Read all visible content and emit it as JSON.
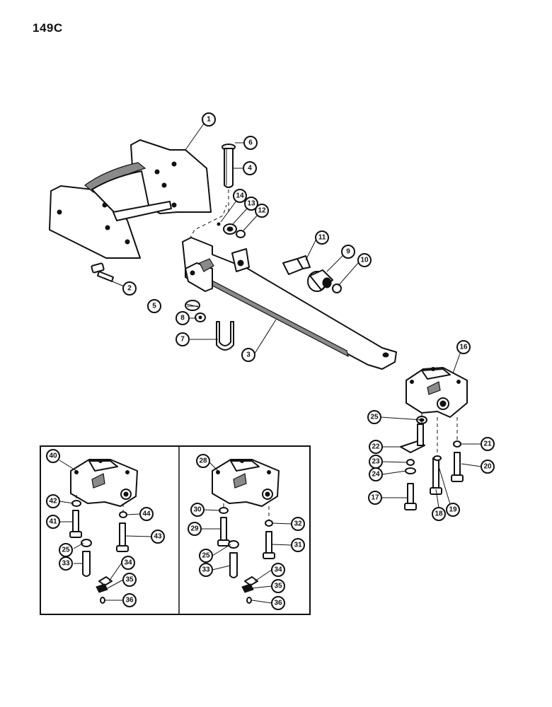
{
  "page": {
    "code": "149C"
  },
  "colors": {
    "ink": "#111111",
    "paper": "#ffffff",
    "shade": "#8a8a8a"
  },
  "callouts": [
    "1",
    "2",
    "3",
    "4",
    "5",
    "6",
    "7",
    "8",
    "9",
    "10",
    "11",
    "12",
    "13",
    "14",
    "16",
    "17",
    "18",
    "19",
    "20",
    "21",
    "22",
    "23",
    "24",
    "25",
    "25",
    "28",
    "29",
    "30",
    "31",
    "32",
    "33",
    "34",
    "35",
    "36",
    "40",
    "41",
    "42",
    "43",
    "44",
    "25",
    "33",
    "34",
    "35",
    "36"
  ]
}
